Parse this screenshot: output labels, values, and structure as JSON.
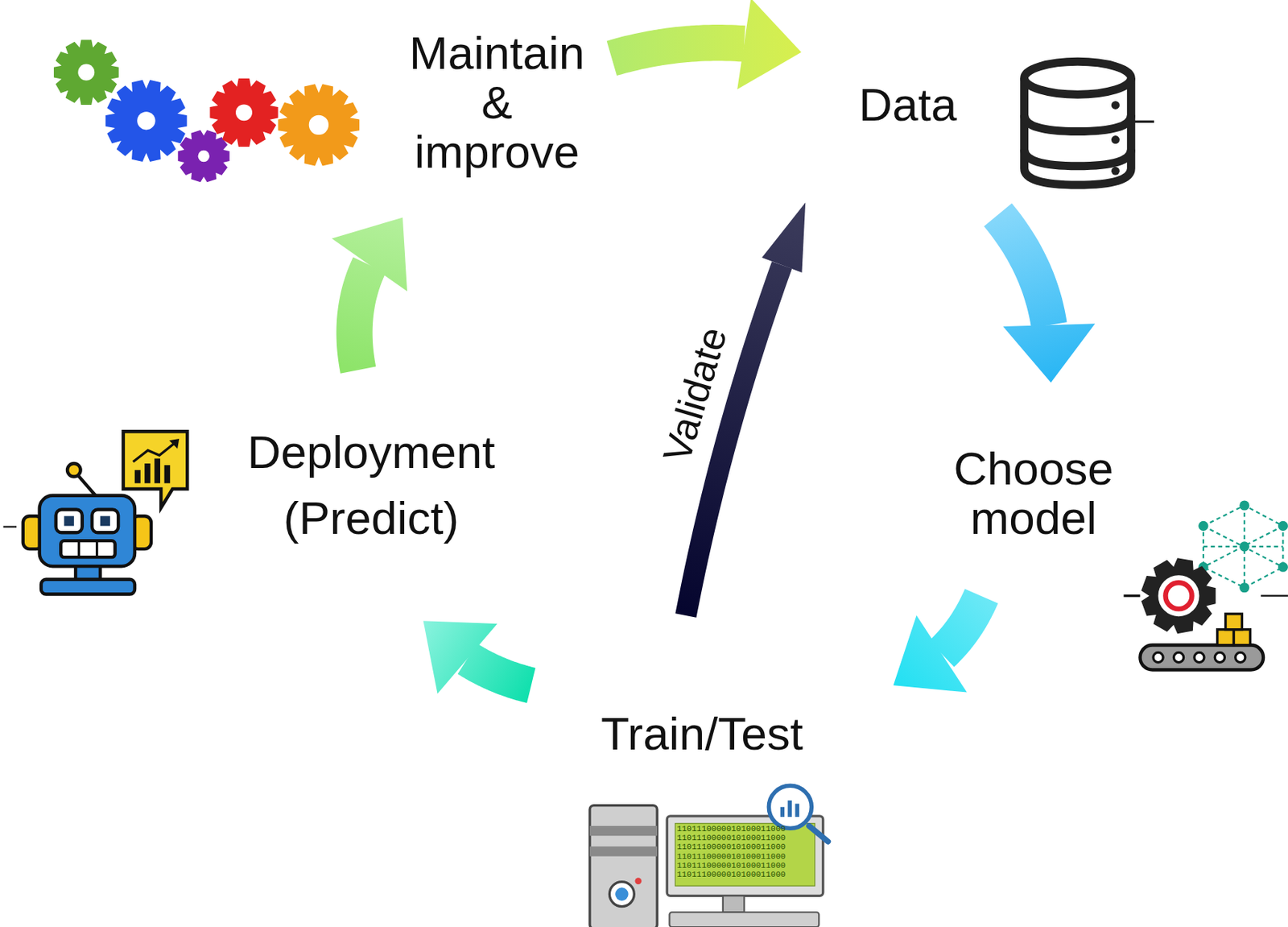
{
  "diagram": {
    "nodes": [
      {
        "text": [
          "Maintain & improve"
        ]
      },
      {
        "text": [
          "Data"
        ]
      },
      {
        "text": [
          "Choose model"
        ]
      },
      {
        "text": [
          "Train/Test"
        ]
      },
      {
        "text": [
          "Deployment (Predict)"
        ]
      }
    ],
    "edges": [
      {
        "from": 0,
        "to": 1,
        "arrow": "to"
      },
      {
        "from": 1,
        "to": 2,
        "arrow": "to"
      },
      {
        "from": 2,
        "to": 3,
        "arrow": "to"
      },
      {
        "from": 3,
        "to": 4,
        "arrow": "to"
      },
      {
        "from": 4,
        "to": 0,
        "arrow": "to"
      },
      {
        "from": 3,
        "to": 1,
        "label": "Validate",
        "arrow": "to"
      }
    ],
    "labels": [
      "1101110000010100011000 1101110000010100011000 1101110000010100011000 1101110000010100011000 1101110000010100011000 1101110000010100011000"
    ]
  }
}
